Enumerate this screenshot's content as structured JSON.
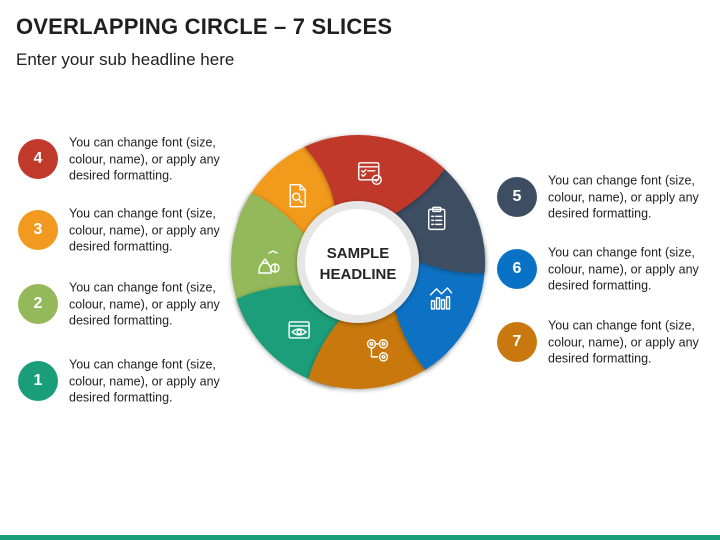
{
  "header": {
    "title": "OVERLAPPING CIRCLE – 7 SLICES",
    "subtitle": "Enter your sub headline here"
  },
  "center": {
    "line1": "SAMPLE",
    "line2": "HEADLINE"
  },
  "slices": [
    {
      "number": "1",
      "color": "#1a9e7a",
      "icon": "folder-eye-icon",
      "text": "You can change font (size, colour, name), or apply any desired formatting."
    },
    {
      "number": "2",
      "color": "#94b95a",
      "icon": "money-growth-icon",
      "text": "You can change font (size, colour, name), or apply any desired formatting."
    },
    {
      "number": "3",
      "color": "#f29a1f",
      "icon": "document-search-icon",
      "text": "You can change font (size, colour, name), or apply any desired formatting."
    },
    {
      "number": "4",
      "color": "#c0392b",
      "icon": "checklist-approval-icon",
      "text": "You can change font (size, colour, name), or apply any desired formatting."
    },
    {
      "number": "5",
      "color": "#3d4e62",
      "icon": "clipboard-list-icon",
      "text": "You can change font (size, colour, name), or apply any desired formatting."
    },
    {
      "number": "6",
      "color": "#0a72c4",
      "icon": "bar-chart-icon",
      "text": "You can change font (size, colour, name), or apply any desired formatting."
    },
    {
      "number": "7",
      "color": "#c8780e",
      "icon": "gears-process-icon",
      "text": "You can change font (size, colour, name), or apply any desired formatting."
    }
  ],
  "footer": {
    "bar_color": "#1a9e7a"
  }
}
